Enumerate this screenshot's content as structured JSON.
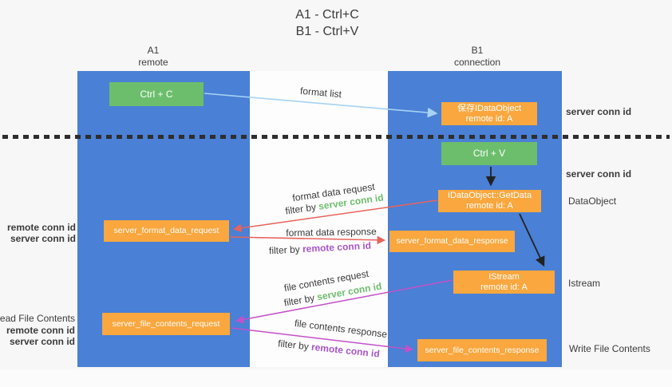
{
  "title": {
    "line1": "A1 - Ctrl+C",
    "line2": "B1 - Ctrl+V"
  },
  "columns": {
    "a1": {
      "name": "A1",
      "subtitle": "remote"
    },
    "b1": {
      "name": "B1",
      "subtitle": "connection"
    }
  },
  "boxes": {
    "ctrl_c": {
      "label": "Ctrl + C"
    },
    "save_idataobject": {
      "line1": "保存IDataObject",
      "line2": "remote id: A"
    },
    "ctrl_v": {
      "label": "Ctrl + V"
    },
    "getdata": {
      "line1": "IDataObject::GetData",
      "line2": "remote id: A"
    },
    "server_format_data_request": {
      "label": "server_format_data_request"
    },
    "server_format_data_response": {
      "label": "server_format_data_response"
    },
    "istream": {
      "line1": "IStream",
      "line2": "remote id: A"
    },
    "server_file_contents_request": {
      "label": "server_file_contents_request"
    },
    "server_file_contents_response": {
      "label": "server_file_contents_response"
    }
  },
  "arrow_labels": {
    "format_list": "format list",
    "format_data_request": "format data request",
    "format_data_response": "format data response",
    "file_contents_request": "file contents request",
    "file_contents_response": "file contents response",
    "filter_by": "filter by",
    "server_conn_id": "server conn id",
    "remote_conn_id": "remote conn id"
  },
  "side_labels": {
    "server_conn_id_top_right": "server conn id",
    "server_conn_id_mid_right": "server conn id",
    "dataobject": "DataObject",
    "istream": "Istream",
    "write_file_contents": "Write File Contents",
    "read_file_contents": "Read File Contents",
    "remote_conn_id_left_1": "remote conn id",
    "server_conn_id_left_1": "server conn id",
    "remote_conn_id_left_2": "remote conn id",
    "server_conn_id_left_2": "server conn id"
  },
  "colors": {
    "lane_blue": "#4a80d5",
    "box_green": "#6cbe6c",
    "box_orange": "#f9a73e",
    "arrow_light_blue": "#a7d3f3",
    "arrow_red": "#e8635c",
    "arrow_magenta": "#c351c9",
    "arrow_black": "#222222",
    "text_green": "#6dbd6d",
    "text_purple": "#a855c8"
  }
}
